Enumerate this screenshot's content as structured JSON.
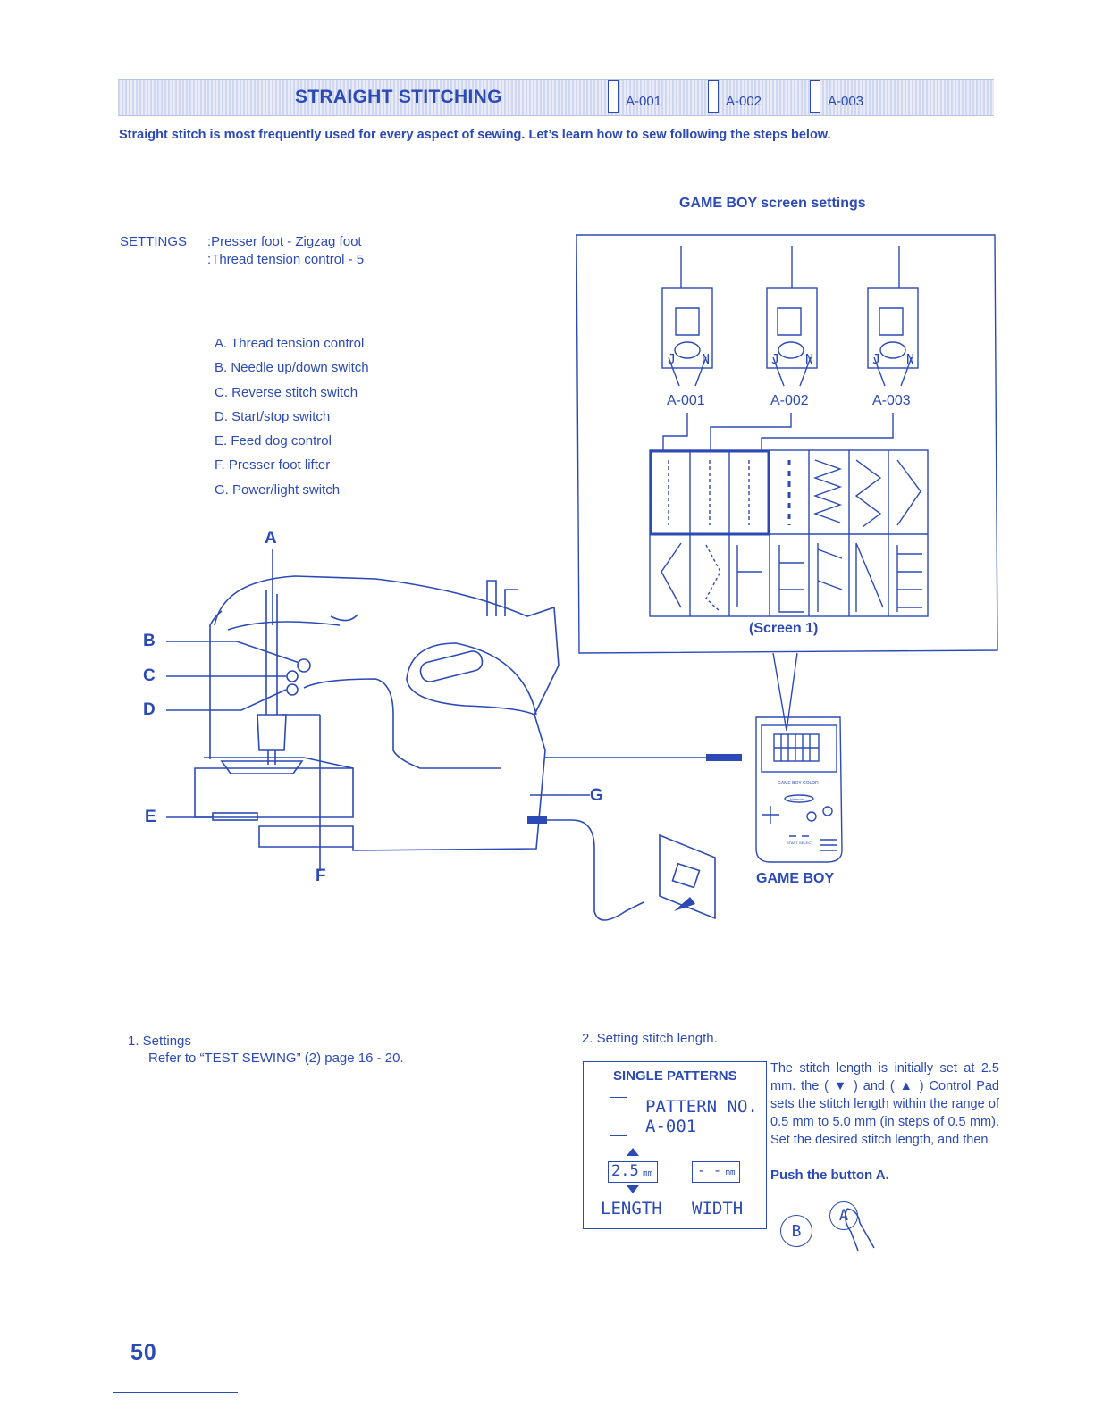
{
  "header": {
    "title": "STRAIGHT STITCHING",
    "patterns": [
      "A-001",
      "A-002",
      "A-003"
    ]
  },
  "intro": "Straight stitch is most frequently used for every aspect of sewing. Let’s learn how to sew following the steps below.",
  "screen_settings_title": "GAME BOY screen settings",
  "settings": {
    "label": "SETTINGS",
    "lines": [
      ":Presser foot - Zigzag foot",
      ":Thread tension control - 5"
    ]
  },
  "parts": [
    "A. Thread tension control",
    "B. Needle up/down switch",
    "C. Reverse stitch switch",
    "D. Start/stop switch",
    "E. Feed dog control",
    "F. Presser foot lifter",
    "G. Power/light switch"
  ],
  "callouts": [
    "A",
    "B",
    "C",
    "D",
    "E",
    "F",
    "G"
  ],
  "screen_diagram": {
    "foot_letters": [
      "J",
      "N"
    ],
    "foot_labels": [
      "A-001",
      "A-002",
      "A-003"
    ],
    "caption": "(Screen 1)"
  },
  "gameboy_label": "GAME BOY",
  "gameboy_device": {
    "brand": "GAME BOY COLOR",
    "maker": "Nintendo",
    "start": "START",
    "select": "SELECT"
  },
  "step1": {
    "title": "1. Settings",
    "text": "Refer to “TEST SEWING” (2) page 16 - 20."
  },
  "step2": {
    "title": "2. Setting stitch length."
  },
  "lcd": {
    "heading": "SINGLE PATTERNS",
    "pattern_no_label": "PATTERN NO.",
    "pattern_no": "A-001",
    "length_value": "2.5",
    "length_unit": "mm",
    "width_value": "- -",
    "width_unit": "mm",
    "length_label": "LENGTH",
    "width_label": "WIDTH"
  },
  "description": "The stitch length is initially set at 2.5 mm. the ( ▼ ) and ( ▲ ) Control Pad sets the stitch length within the range of 0.5 mm to 5.0 mm (in steps of 0.5 mm). Set the desired stitch length, and then",
  "description_push": "Push the button A.",
  "buttons": {
    "b": "B",
    "a": "A"
  },
  "page_number": "50",
  "colors": {
    "ink": "#2b4ab6",
    "banner": "#dfe3f4"
  }
}
